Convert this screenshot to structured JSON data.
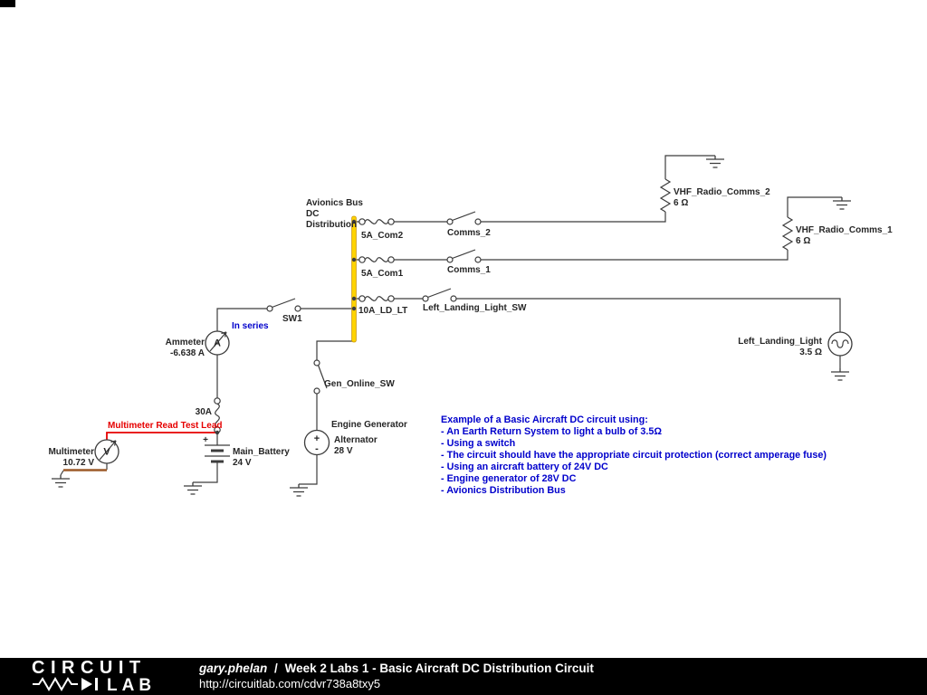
{
  "colors": {
    "bus": "#FFD300",
    "test_lead_red": "#E60000",
    "ground_lead_brown": "#9C5A28",
    "annotation_blue": "#0000CC",
    "footer_bg": "#000000"
  },
  "schematic": {
    "bus_label": [
      "Avionics Bus",
      "DC",
      "Distribution"
    ],
    "fuses": {
      "com2": "5A_Com2",
      "com1": "5A_Com1",
      "landing": "10A_LD_LT",
      "main": "30A"
    },
    "switches": {
      "comms2": "Comms_2",
      "comms1": "Comms_1",
      "landing": "Left_Landing_Light_SW",
      "sw1": "SW1",
      "gen": "Gen_Online_SW"
    },
    "resistors": {
      "vhf2": {
        "name": "VHF_Radio_Comms_2",
        "value": "6 Ω"
      },
      "vhf1": {
        "name": "VHF_Radio_Comms_1",
        "value": "6 Ω"
      }
    },
    "lamp": {
      "name": "Left_Landing_Light",
      "value": "3.5 Ω"
    },
    "ammeter": {
      "label": "Ammeter",
      "value": "-6.638 A",
      "letter": "A"
    },
    "multimeter": {
      "label": "Multimeter",
      "value": "10.72 V",
      "letter": "V"
    },
    "battery": {
      "label": "Main_Battery",
      "value": "24 V",
      "plus": "+"
    },
    "generator": {
      "label": "Engine Generator",
      "sub": "Alternator",
      "value": "28 V",
      "plus": "+",
      "minus": "-"
    }
  },
  "annotations": {
    "in_series": "In series",
    "test_lead": "Multimeter Read Test Lead",
    "example": {
      "title": "Example of a Basic Aircraft DC circuit using:",
      "lines": [
        "- An Earth Return System to light a bulb of 3.5Ω",
        "- Using a switch",
        "- The circuit should have the appropriate circuit protection (correct amperage fuse)",
        "- Using an aircraft battery of 24V DC",
        "- Engine generator of 28V DC",
        "- Avionics Distribution Bus"
      ]
    }
  },
  "footer": {
    "logo_line1": "CIRCUIT",
    "logo_line2": "LAB",
    "author": "gary.phelan",
    "separator": "/",
    "title": "Week 2 Labs 1 - Basic Aircraft DC Distribution Circuit",
    "url": "http://circuitlab.com/cdvr738a8txy5"
  }
}
